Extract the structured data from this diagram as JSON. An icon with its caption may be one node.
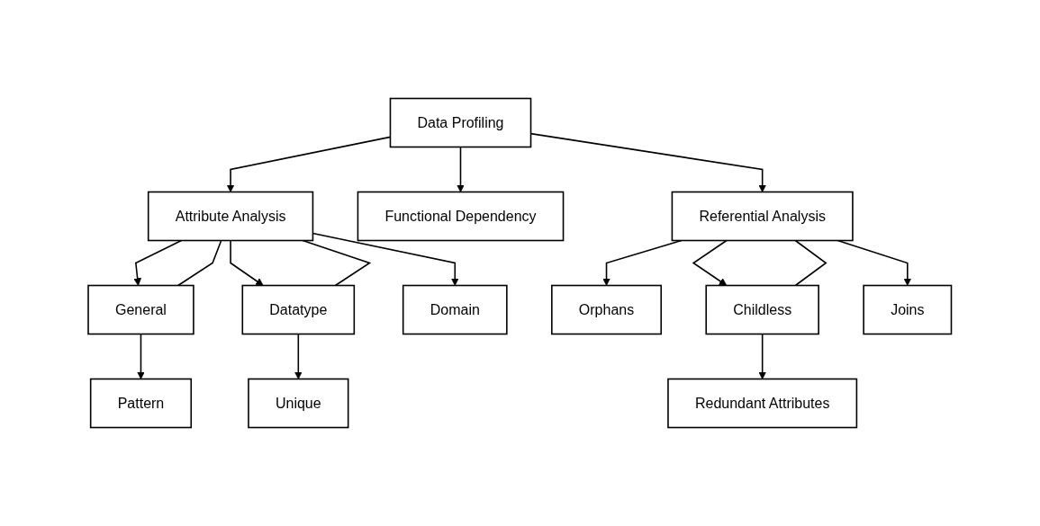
{
  "diagram": {
    "nodes": [
      {
        "text": [
          "Data Profiling"
        ]
      },
      {
        "text": [
          "Attribute Analysis"
        ]
      },
      {
        "text": [
          "Functional Dependency"
        ]
      },
      {
        "text": [
          "Referential Analysis"
        ]
      },
      {
        "text": [
          "General"
        ]
      },
      {
        "text": [
          "Datatype"
        ]
      },
      {
        "text": [
          "Pattern"
        ]
      },
      {
        "text": [
          "Domain"
        ]
      },
      {
        "text": [
          "Unique"
        ]
      },
      {
        "text": [
          "Orphans"
        ]
      },
      {
        "text": [
          "Childless"
        ]
      },
      {
        "text": [
          "Joins"
        ]
      },
      {
        "text": [
          "Redundant Attributes"
        ]
      }
    ],
    "edges": [
      {
        "from": 0,
        "to": 1,
        "arrow": "to"
      },
      {
        "from": 0,
        "to": 2,
        "arrow": "to"
      },
      {
        "from": 0,
        "to": 3,
        "arrow": "to"
      },
      {
        "from": 1,
        "to": 4,
        "arrow": "to"
      },
      {
        "from": 1,
        "to": 4,
        "arrow": "none"
      },
      {
        "from": 1,
        "to": 7,
        "arrow": "to"
      },
      {
        "from": 1,
        "to": 5,
        "arrow": "to"
      },
      {
        "from": 1,
        "to": 5,
        "arrow": "none"
      },
      {
        "from": 4,
        "to": 6,
        "arrow": "to"
      },
      {
        "from": 5,
        "to": 8,
        "arrow": "to"
      },
      {
        "from": 3,
        "to": 9,
        "arrow": "to"
      },
      {
        "from": 3,
        "to": 11,
        "arrow": "to"
      },
      {
        "from": 3,
        "to": 10,
        "arrow": "to"
      },
      {
        "from": 3,
        "to": 10,
        "arrow": "none"
      },
      {
        "from": 10,
        "to": 12,
        "arrow": "to"
      }
    ]
  }
}
